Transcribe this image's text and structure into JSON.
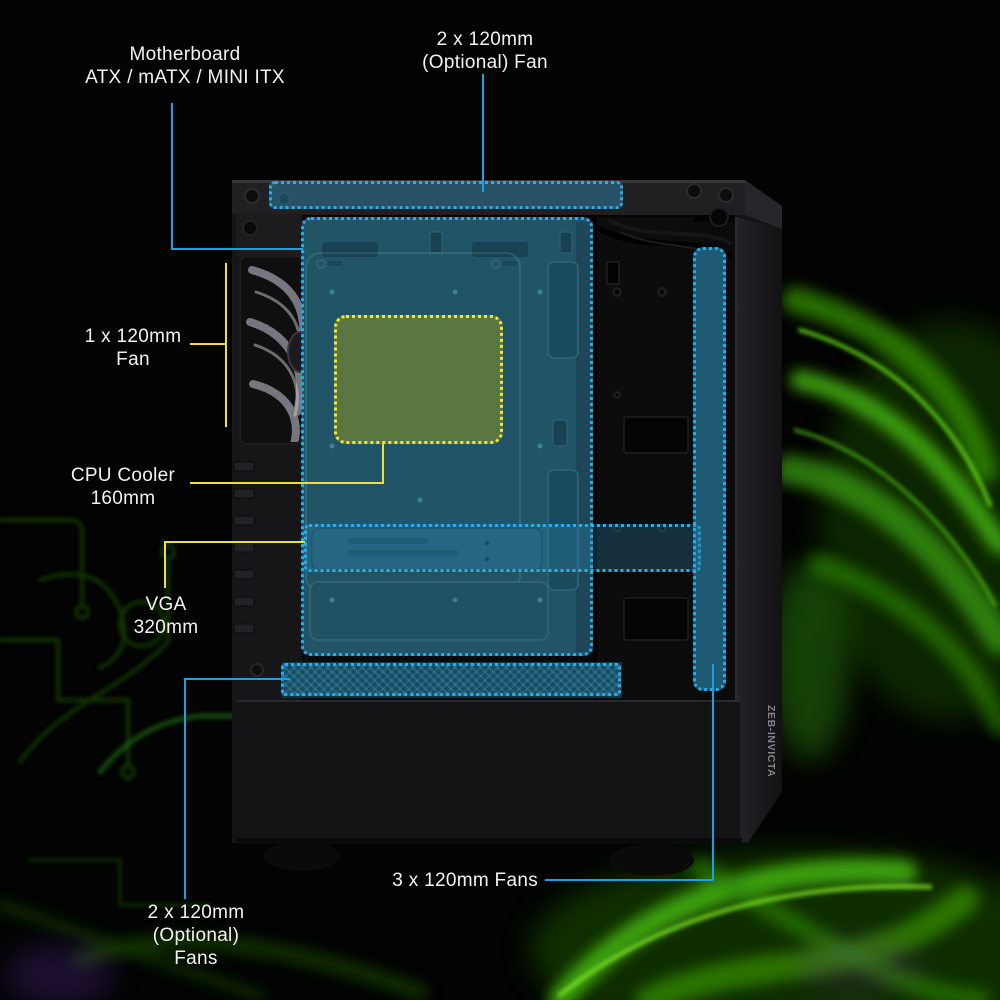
{
  "case": {
    "brand_text": "ZEB-INVICTA"
  },
  "labels": {
    "motherboard": {
      "line1": "Motherboard",
      "line2": "ATX / mATX / MINI ITX"
    },
    "top_fan": {
      "line1": "2 x 120mm",
      "line2": "(Optional) Fan"
    },
    "rear_fan": {
      "line1": "1 x 120mm",
      "line2": "Fan"
    },
    "cpu_cooler": {
      "line1": "CPU Cooler",
      "line2": "160mm"
    },
    "vga": {
      "line1": "VGA",
      "line2": "320mm"
    },
    "bottom_fans": {
      "line1": "2 x 120mm",
      "line2": "(Optional)",
      "line3": "Fans"
    },
    "front_fans": {
      "line1": "3 x 120mm Fans"
    }
  },
  "colors": {
    "annotation_blue": "#2cabe8",
    "annotation_yellow": "#f4e72e",
    "leader_blue": "#1ba0e1",
    "leader_yellow": "#efe032",
    "highlight_teal": "#1e5f77",
    "cpu_zone_fill": "#5d7746",
    "glow_green": "#3fae0a",
    "label_text": "#f2f2f2",
    "background": "#020302"
  }
}
